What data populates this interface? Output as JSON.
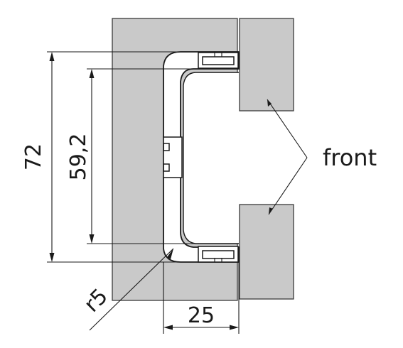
{
  "labels": {
    "height_outer": "72",
    "height_inner": "59,2",
    "width": "25",
    "radius": "r5",
    "front": "front"
  }
}
